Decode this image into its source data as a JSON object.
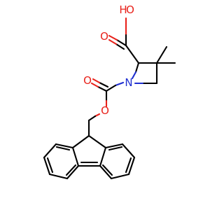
{
  "molecule": {
    "atoms": {
      "hydroxyl_o": {
        "symbol": "O",
        "color": "#e8221b"
      },
      "hydroxyl_h": {
        "symbol": "H",
        "color": "#e8221b"
      },
      "carbonyl_o_acid": {
        "symbol": "O",
        "color": "#e8221b"
      },
      "ring_n": {
        "symbol": "N",
        "color": "#1f2fd0"
      },
      "carbonyl_o_carbamate": {
        "symbol": "O",
        "color": "#e8221b"
      },
      "ester_o": {
        "symbol": "O",
        "color": "#e8221b"
      }
    },
    "colors": {
      "carbon_bond": "#000000",
      "oxygen": "#e8221b",
      "nitrogen": "#1f2fd0"
    }
  }
}
